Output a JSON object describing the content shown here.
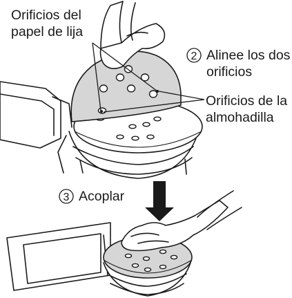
{
  "labels": {
    "sandpaper_holes_line1": "Orificios del",
    "sandpaper_holes_line2": "papel de lija",
    "step2_number": "2",
    "step2_line1": "Alinee los dos",
    "step2_line2": "orificios",
    "pad_holes_line1": "Orificios de la",
    "pad_holes_line2": "almohadilla",
    "step3_number": "3",
    "step3_label": "Acoplar"
  },
  "colors": {
    "ink": "#1a1a1a",
    "paper_gray": "#d6d6d6",
    "background": "#ffffff"
  },
  "icons": {
    "step2_marker": "circled-number-icon",
    "step3_marker": "circled-number-icon",
    "press_arrow": "down-arrow-icon"
  }
}
